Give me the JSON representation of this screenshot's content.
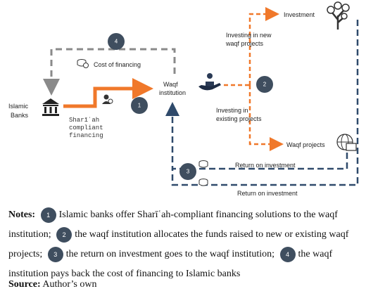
{
  "diagram": {
    "islamic_banks": "Islamic\nBanks",
    "shariah_financing": [
      "Sharīʿah",
      "compliant",
      "financing"
    ],
    "waqf_institution": [
      "Waqf",
      "institution"
    ],
    "cost_of_financing": "Cost of financing",
    "investment": "Investment",
    "investing_new": [
      "Investing in new",
      "waqf projects"
    ],
    "investing_existing": [
      "Investing in",
      "existing projects"
    ],
    "waqf_projects": "Waqf projects",
    "return_on_investment_inner": "Return on investment",
    "return_on_investment_outer": "Return on investment",
    "badges": [
      "1",
      "2",
      "3",
      "4"
    ],
    "colors": {
      "orange": "#f0782a",
      "navy": "#2f4a6b",
      "gray": "#8a8a8a",
      "badge": "#3f4e5f"
    }
  },
  "notes": {
    "label": "Notes:",
    "items": [
      {
        "num": "1",
        "text": "Islamic banks offer Sharīʿah-compliant financing solutions to the waqf institution;"
      },
      {
        "num": "2",
        "text": "the waqf institution allocates the funds raised to new or existing waqf projects;"
      },
      {
        "num": "3",
        "text": "the return on investment goes to the waqf institution;"
      },
      {
        "num": "4",
        "text": "the waqf institution pays back the cost of financing to Islamic banks"
      }
    ]
  },
  "source": {
    "label": "Source:",
    "text": "Author’s own"
  }
}
